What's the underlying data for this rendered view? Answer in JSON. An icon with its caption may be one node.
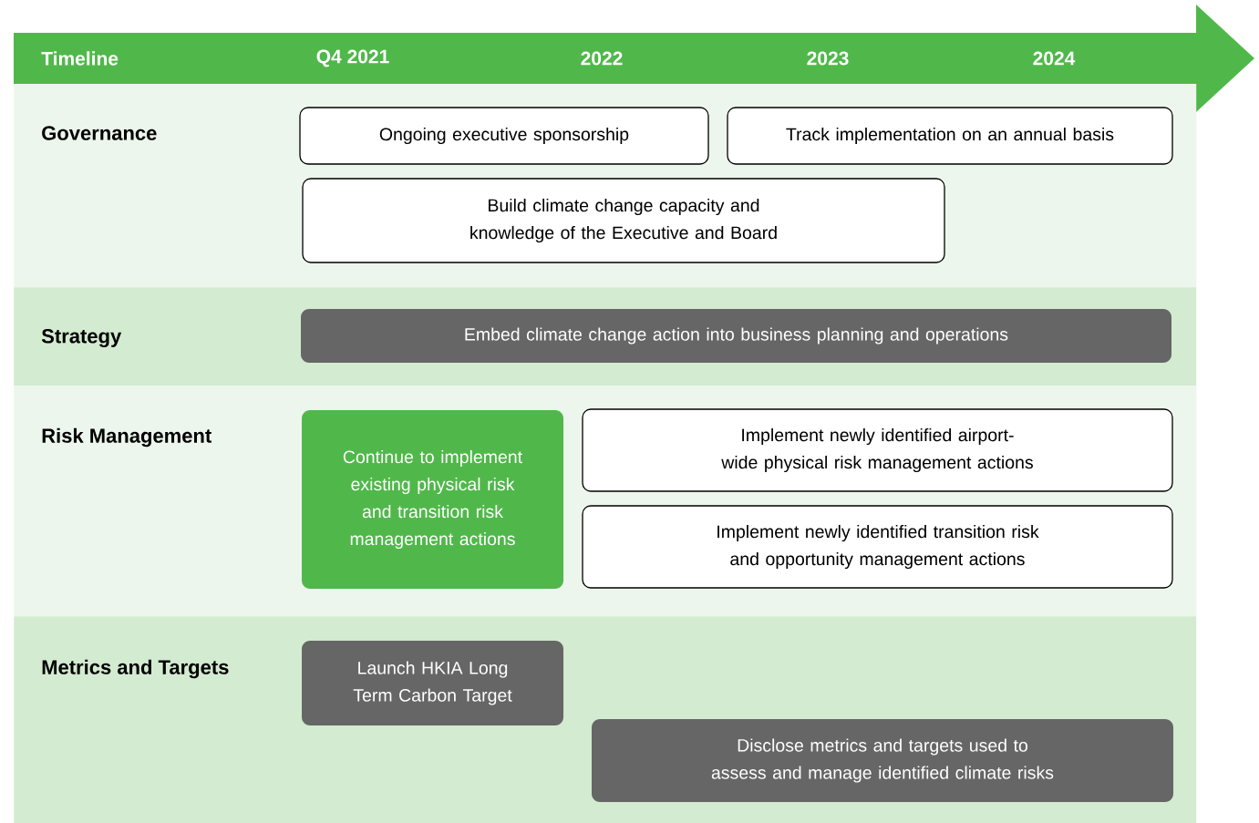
{
  "diagram": {
    "nodes": [
      {
        "text": [
          "Timeline",
          "Q4 2021",
          "2022",
          "2023",
          "2024"
        ]
      },
      {
        "text": [
          "Governance"
        ]
      },
      {
        "text": [
          "Ongoing executive sponsorship"
        ],
        "in": 1
      },
      {
        "text": [
          "Track implementation on an annual basis"
        ],
        "in": 1
      },
      {
        "text": [
          "Build climate change capacity and knowledge of the Executive and Board"
        ],
        "in": 1
      },
      {
        "text": [
          "Strategy"
        ]
      },
      {
        "text": [
          "Embed climate change action into business planning and operations"
        ],
        "in": 5
      },
      {
        "text": [
          "Risk Management"
        ]
      },
      {
        "text": [
          "Continue to implement existing physical risk and transition risk management actions"
        ],
        "in": 7
      },
      {
        "text": [
          "Implement newly identified airport-wide physical risk management actions"
        ],
        "in": 7
      },
      {
        "text": [
          "Implement newly identified transition risk and opportunity management actions"
        ],
        "in": 7
      },
      {
        "text": [
          "Metrics and Targets"
        ]
      },
      {
        "text": [
          "Launch HKIA Long Term Carbon Target"
        ],
        "in": 11
      },
      {
        "text": [
          "Disclose metrics and targets used to assess and manage identified climate risks"
        ],
        "in": 11
      }
    ]
  }
}
